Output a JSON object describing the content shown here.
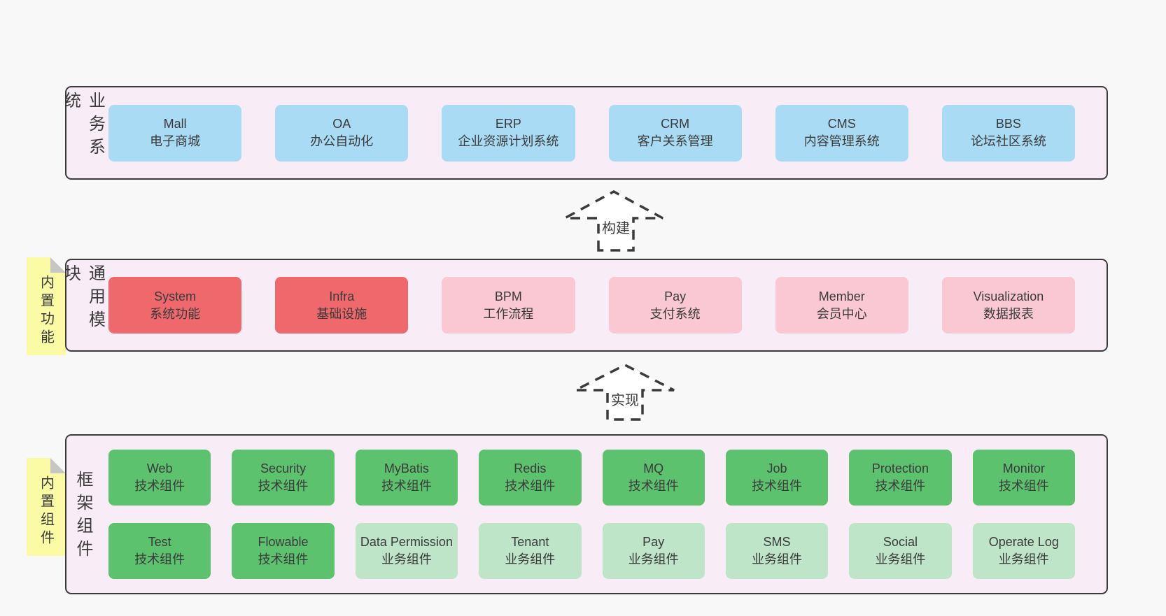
{
  "colors": {
    "page-bg": "#f8f8f8",
    "layer-bg": "#f8edf6",
    "border": "#3b3b3b",
    "text": "#3a3a3a",
    "blue": "#a9dbf5",
    "red": "#ee686c",
    "pink": "#f9c8d2",
    "green-dark": "#5dc26e",
    "green-light": "#bee5c8",
    "note-yellow": "#fbfba5",
    "note-fold": "#c6c6c6"
  },
  "layers": [
    {
      "label": "业务系统",
      "boxes": [
        {
          "name": "Mall",
          "desc": "电子商城"
        },
        {
          "name": "OA",
          "desc": "办公自动化"
        },
        {
          "name": "ERP",
          "desc": "企业资源计划系统"
        },
        {
          "name": "CRM",
          "desc": "客户关系管理"
        },
        {
          "name": "CMS",
          "desc": "内容管理系统"
        },
        {
          "name": "BBS",
          "desc": "论坛社区系统"
        }
      ]
    },
    {
      "label": "通用模块",
      "note": "内置功能",
      "boxes": [
        {
          "name": "System",
          "desc": "系统功能"
        },
        {
          "name": "Infra",
          "desc": "基础设施"
        },
        {
          "name": "BPM",
          "desc": "工作流程"
        },
        {
          "name": "Pay",
          "desc": "支付系统"
        },
        {
          "name": "Member",
          "desc": "会员中心"
        },
        {
          "name": "Visualization",
          "desc": "数据报表"
        }
      ]
    },
    {
      "label": "框架组件",
      "note": "内置组件",
      "rows": [
        [
          {
            "name": "Web",
            "desc": "技术组件"
          },
          {
            "name": "Security",
            "desc": "技术组件"
          },
          {
            "name": "MyBatis",
            "desc": "技术组件"
          },
          {
            "name": "Redis",
            "desc": "技术组件"
          },
          {
            "name": "MQ",
            "desc": "技术组件"
          },
          {
            "name": "Job",
            "desc": "技术组件"
          },
          {
            "name": "Protection",
            "desc": "技术组件"
          },
          {
            "name": "Monitor",
            "desc": "技术组件"
          }
        ],
        [
          {
            "name": "Test",
            "desc": "技术组件"
          },
          {
            "name": "Flowable",
            "desc": "技术组件"
          },
          {
            "name": "Data Permission",
            "desc": "业务组件"
          },
          {
            "name": "Tenant",
            "desc": "业务组件"
          },
          {
            "name": "Pay",
            "desc": "业务组件"
          },
          {
            "name": "SMS",
            "desc": "业务组件"
          },
          {
            "name": "Social",
            "desc": "业务组件"
          },
          {
            "name": "Operate Log",
            "desc": "业务组件"
          }
        ]
      ]
    }
  ],
  "arrows": [
    {
      "label": "构建"
    },
    {
      "label": "实现"
    }
  ]
}
